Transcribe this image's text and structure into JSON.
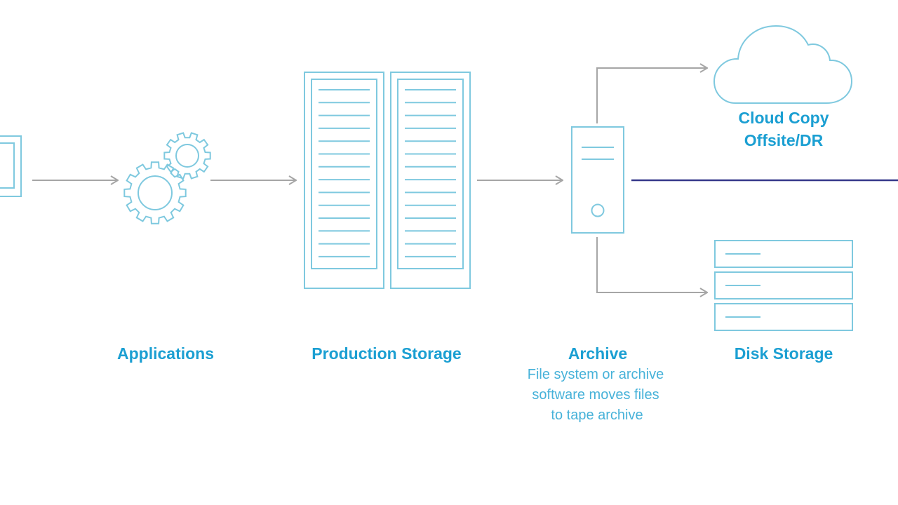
{
  "colors": {
    "icon_stroke": "#7fc9df",
    "label": "#1b9fd2",
    "sublabel": "#47b2d9",
    "arrow": "#a6a6a6",
    "connector": "#35388a"
  },
  "nodes": {
    "applications": {
      "label": "Applications",
      "icon": "gears-icon"
    },
    "production_storage": {
      "label": "Production Storage",
      "icon": "storage-rack-icon"
    },
    "archive": {
      "label": "Archive",
      "description": [
        "File system or archive",
        "software moves files",
        "to tape archive"
      ],
      "icon": "server-tower-icon"
    },
    "cloud_copy": {
      "label_lines": [
        "Cloud Copy",
        "Offsite/DR"
      ],
      "icon": "cloud-icon"
    },
    "disk_storage": {
      "label": "Disk Storage",
      "icon": "disk-stack-icon"
    },
    "client": {
      "icon": "monitor-icon"
    }
  }
}
